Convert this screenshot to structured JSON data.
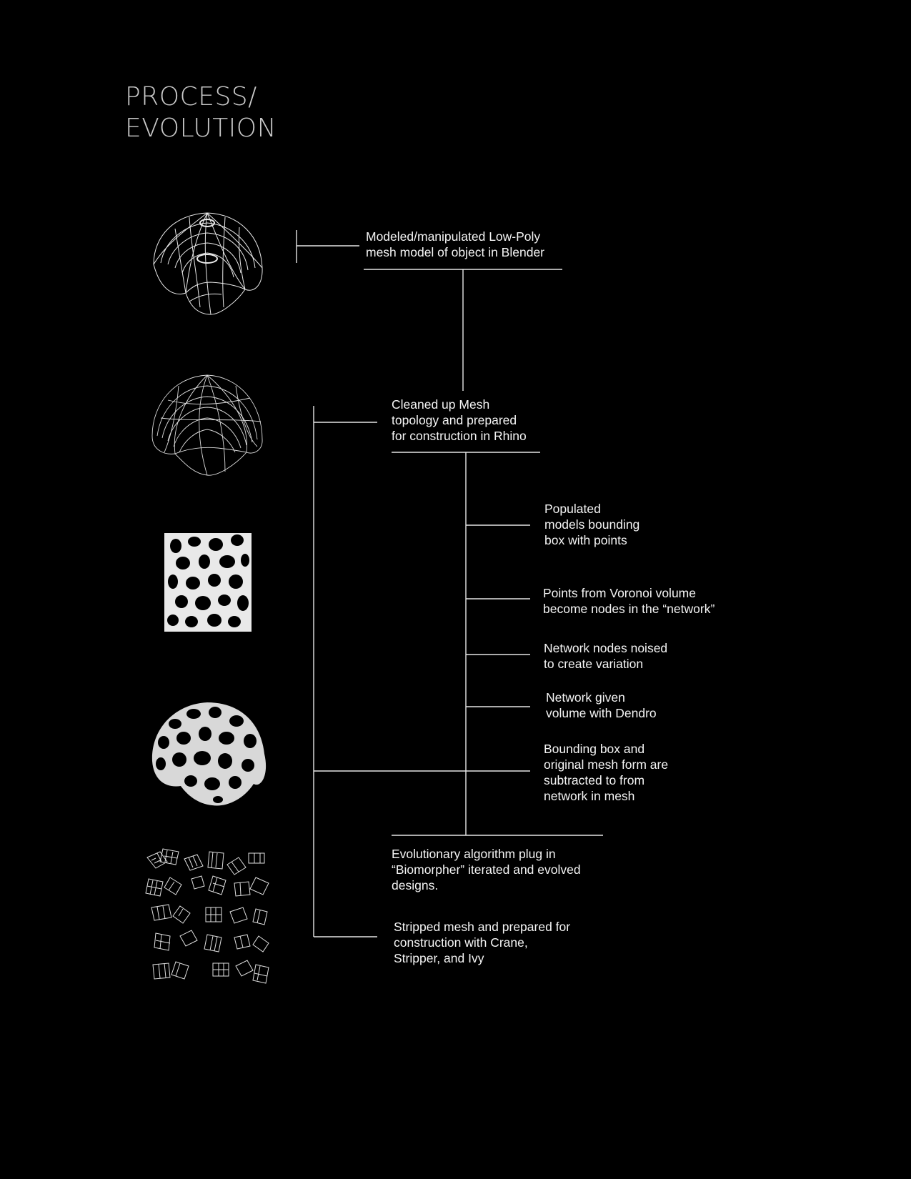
{
  "title": {
    "line1": "PROCESS/",
    "line2": "EVOLUTION"
  },
  "steps": [
    {
      "text": "Modeled/manipulated Low-Poly\nmesh model of object in Blender"
    },
    {
      "text": "Cleaned up Mesh\ntopology and prepared\nfor construction in Rhino"
    },
    {
      "text": "Populated\nmodels bounding\nbox with points"
    },
    {
      "text": "Points from Voronoi volume\nbecome nodes in the “network”"
    },
    {
      "text": "Network nodes noised\nto create variation"
    },
    {
      "text": "Network given\nvolume with Dendro"
    },
    {
      "text": "Bounding box and\noriginal mesh form are\nsubtracted to from\nnetwork in mesh"
    },
    {
      "text": "Evolutionary algorithm plug in\n“Biomorpher” iterated and evolved\ndesigns."
    },
    {
      "text": "Stripped mesh and prepared for\nconstruction with Crane,\nStripper, and Ivy"
    }
  ],
  "colors": {
    "background": "#000000",
    "text": "#f4f4f4",
    "title": "#c9c9c9",
    "lines": "#e6e6e6"
  },
  "thumbnails": [
    {
      "icon": "wireframe-mesh-icon"
    },
    {
      "icon": "cleaned-mesh-icon"
    },
    {
      "icon": "voronoi-block-icon"
    },
    {
      "icon": "voronoi-form-icon"
    },
    {
      "icon": "stripped-panels-icon"
    }
  ]
}
